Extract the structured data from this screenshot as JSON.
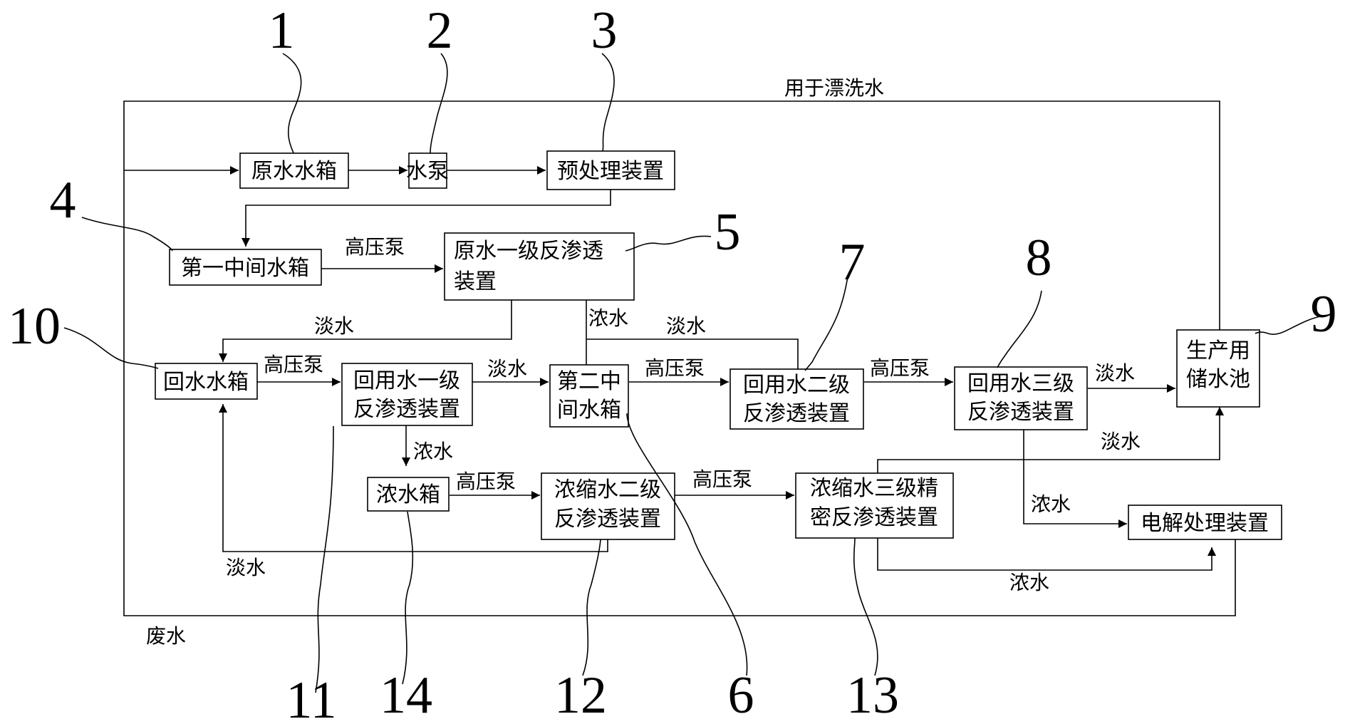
{
  "boxes": {
    "raw_water_tank": "原水水箱",
    "water_pump": "水泵",
    "pretreatment": "预处理装置",
    "first_intermediate_tank": "第一中间水箱",
    "raw_ro_stage1_line1": "原水一级反渗透",
    "raw_ro_stage1_line2": "装置",
    "return_water_tank": "回水水箱",
    "reuse_ro_stage1_line1": "回用水一级",
    "reuse_ro_stage1_line2": "反渗透装置",
    "second_intermediate_tank_line1": "第二中",
    "second_intermediate_tank_line2": "间水箱",
    "reuse_ro_stage2_line1": "回用水二级",
    "reuse_ro_stage2_line2": "反渗透装置",
    "reuse_ro_stage3_line1": "回用水三级",
    "reuse_ro_stage3_line2": "反渗透装置",
    "production_storage_line1": "生产用",
    "production_storage_line2": "储水池",
    "concentrate_tank": "浓水箱",
    "concentrate_ro_stage2_line1": "浓缩水二级",
    "concentrate_ro_stage2_line2": "反渗透装置",
    "concentrate_ro_stage3_line1": "浓缩水三级精",
    "concentrate_ro_stage3_line2": "密反渗透装置",
    "electrolysis": "电解处理装置"
  },
  "flow_labels": {
    "rinse_water": "用于漂洗水",
    "waste_water": "废水",
    "hp_pump_1": "高压泵",
    "hp_pump_2": "高压泵",
    "hp_pump_3": "高压泵",
    "hp_pump_4": "高压泵",
    "hp_pump_5": "高压泵",
    "hp_pump_6": "高压泵",
    "permeate_1": "淡水",
    "permeate_2": "淡水",
    "permeate_3": "淡水",
    "permeate_4": "淡水",
    "permeate_5": "淡水",
    "permeate_6": "淡水",
    "concentrate_1": "浓水",
    "concentrate_2": "浓水",
    "concentrate_3": "浓水",
    "concentrate_4": "浓水"
  },
  "reference_numbers": {
    "n1": "1",
    "n2": "2",
    "n3": "3",
    "n4": "4",
    "n5": "5",
    "n6": "6",
    "n7": "7",
    "n8": "8",
    "n9": "9",
    "n10": "10",
    "n11": "11",
    "n12": "12",
    "n13": "13",
    "n14": "14"
  }
}
